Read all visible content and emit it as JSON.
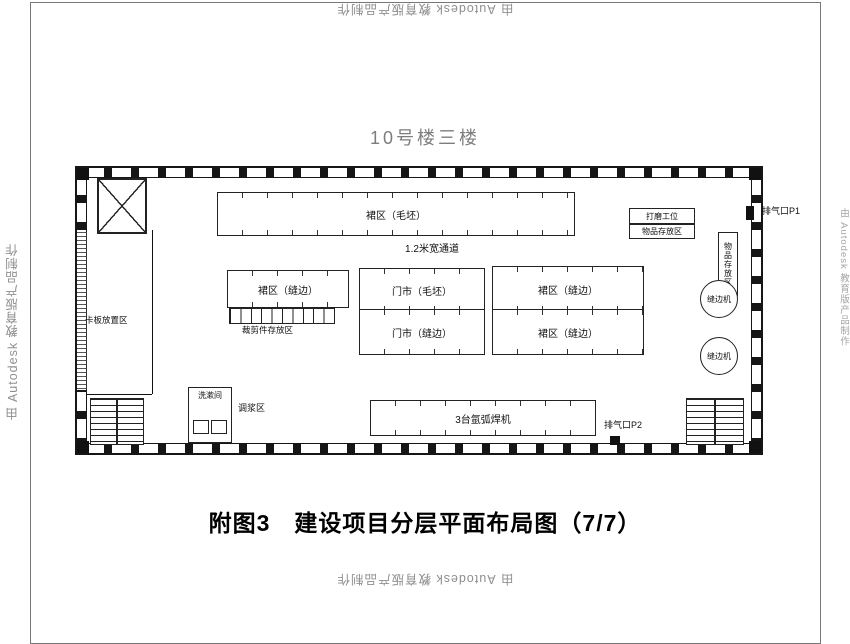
{
  "watermarks": {
    "top": "由 Autodesk 教育版产品制作",
    "left": "由 Autodesk 教育版产品制作",
    "bottom": "由 Autodesk 教育版产品制作",
    "right": "由 Autodesk 教育版产品制作"
  },
  "figure": {
    "building_label": "10号楼三楼",
    "caption": "附图3　建设项目分层平面布局图（7/7）"
  },
  "rooms": {
    "pallet_area": "卡板放置区",
    "top_blank_area": "裙区（毛坯）",
    "corridor": "1.2米宽通道",
    "grinding_station": "打磨工位",
    "goods_storage_a": "物品存放区",
    "goods_storage_b": "物品存放区",
    "exhaust_p1": "排气口P1",
    "hem_area_left": "裙区（缝边）",
    "parts_storage": "裁剪件存放区",
    "shop_blank": "门市（毛坯）",
    "shop_hem": "门市（缝边）",
    "hem_area_right_top": "裙区（缝边）",
    "hem_area_right_bottom": "裙区（缝边）",
    "hem_machine_1": "缝边机",
    "hem_machine_2": "缝边机",
    "washroom": "洗漱间",
    "slurry_area": "调浆区",
    "welding": "3台氩弧焊机",
    "exhaust_p2": "排气口P2"
  }
}
